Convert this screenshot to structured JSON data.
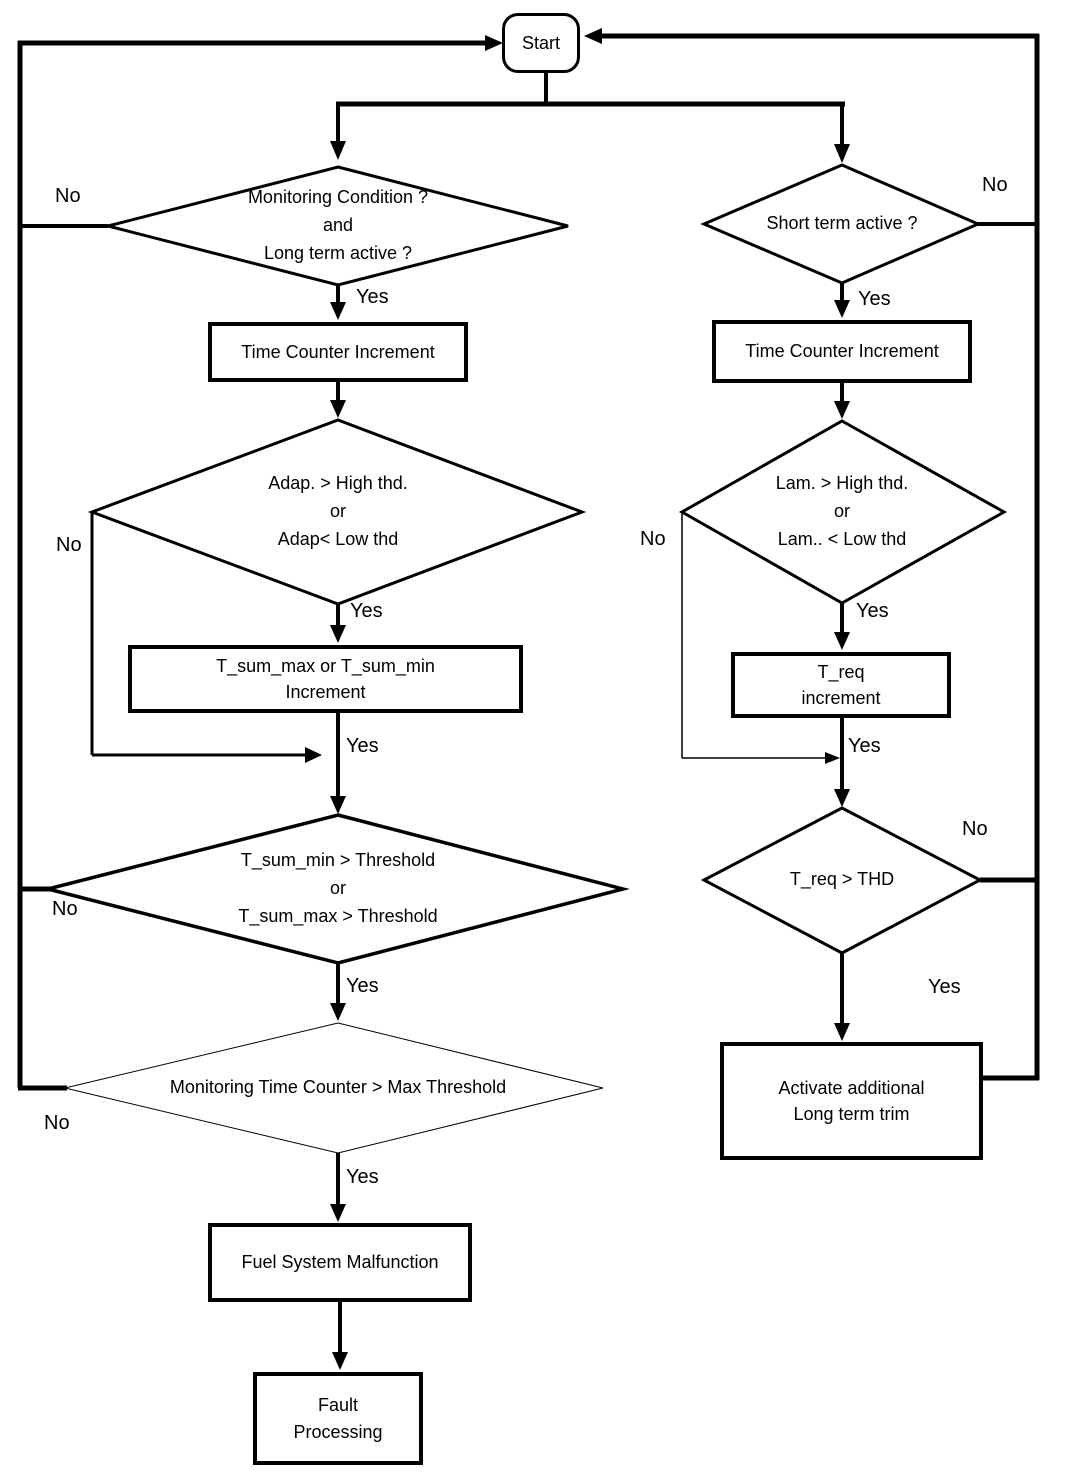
{
  "colors": {
    "line": "#000000",
    "background": "#ffffff"
  },
  "labels": {
    "yes": "Yes",
    "no": "No"
  },
  "nodes": {
    "start": "Start",
    "monitoring_condition": "Monitoring Condition ?\nand\nLong term active ?",
    "time_counter_left": "Time Counter Increment",
    "adap_threshold": "Adap. > High thd.\nor\nAdap< Low thd",
    "tsum_increment": "T_sum_max or T_sum_min\nIncrement",
    "tsum_threshold": "T_sum_min > Threshold\nor\nT_sum_max > Threshold",
    "monitoring_time": "Monitoring Time Counter > Max Threshold",
    "fuel_malfunction": "Fuel System Malfunction",
    "fault_processing": "Fault\nProcessing",
    "short_term": "Short term active ?",
    "time_counter_right": "Time Counter Increment",
    "lam_threshold": "Lam. > High thd.\nor\nLam.. < Low thd",
    "treq_increment": "T_req\nincrement",
    "treq_threshold": "T_req > THD",
    "activate_trim": "Activate additional\nLong term trim"
  }
}
